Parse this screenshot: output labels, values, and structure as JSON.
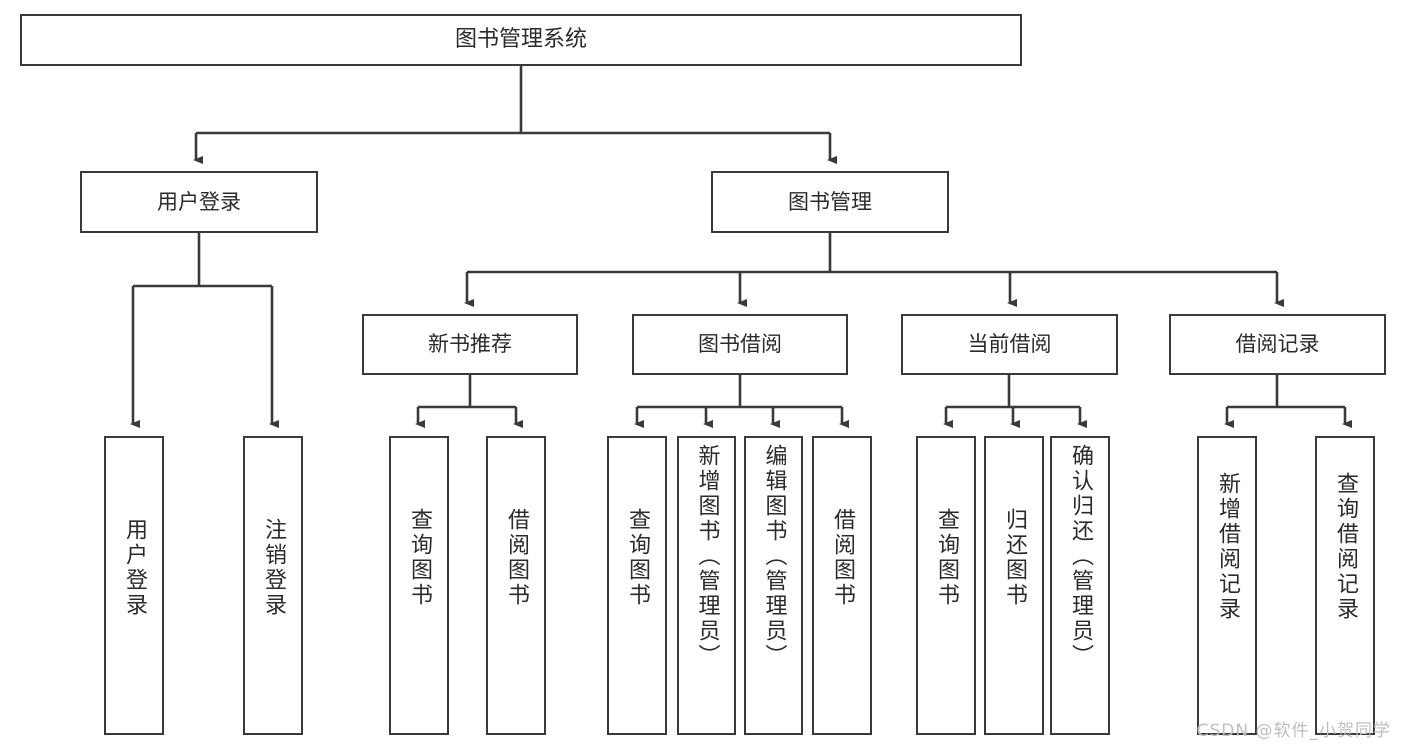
{
  "diagram": {
    "title_text": "图书管理系统",
    "type": "tree-hierarchy-diagram",
    "colors": {
      "border": "#3a3a3a",
      "text": "#2b2b2b",
      "background": "#ffffff",
      "watermark": "#bfbfbf"
    },
    "levels": {
      "root": {
        "label": "图书管理系统"
      },
      "level2": [
        {
          "label": "用户登录"
        },
        {
          "label": "图书管理"
        }
      ],
      "level3": [
        {
          "label": "新书推荐"
        },
        {
          "label": "图书借阅"
        },
        {
          "label": "当前借阅"
        },
        {
          "label": "借阅记录"
        }
      ],
      "leaves": {
        "user_login": [
          {
            "label": "用户登录"
          },
          {
            "label": "注销登录"
          }
        ],
        "new_book_recommend": [
          {
            "label": "查询图书"
          },
          {
            "label": "借阅图书"
          }
        ],
        "book_borrow": [
          {
            "label": "查询图书"
          },
          {
            "label": "新增图书（管理员）"
          },
          {
            "label": "编辑图书（管理员）"
          },
          {
            "label": "借阅图书"
          }
        ],
        "current_borrow": [
          {
            "label": "查询图书"
          },
          {
            "label": "归还图书"
          },
          {
            "label": "确认归还（管理员）"
          }
        ],
        "borrow_record": [
          {
            "label": "新增借阅记录"
          },
          {
            "label": "查询借阅记录"
          }
        ]
      }
    },
    "watermark": "CSDN @软件_小贺同学"
  }
}
